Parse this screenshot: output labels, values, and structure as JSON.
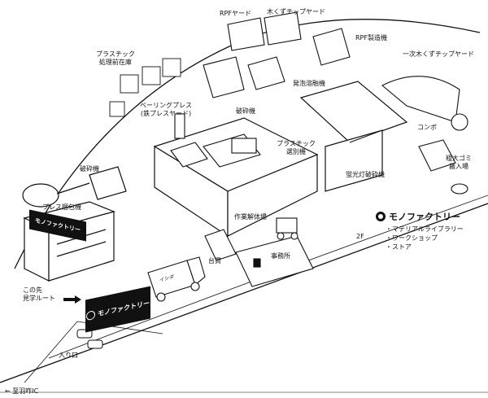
{
  "labels": {
    "rpf_yard": "RPFヤード",
    "chip_yard": "木くずチップヤード",
    "rpf_machine": "RPF製造機",
    "plastic_storage": "プラスチック\n処理前在庫",
    "primary_chip_yard": "一次木くずチップヤード",
    "foam_machine": "発泡溶融機",
    "crusher_top": "破砕機",
    "baling_press": "ベーリングプレス\n(鉄プレスヤード)",
    "crusher_left": "破砕機",
    "plastic_sorter": "プラスチック\n選別機",
    "fluorescent_crusher": "蛍光灯破砕機",
    "press_packer": "プレス梱包機",
    "dismantle_area": "作業解体場",
    "bulky_waste": "粗大ゴミ\n搬入場",
    "compo": "コンポ",
    "scale": "台貫",
    "office": "事務所",
    "tour_route": "この先\n見学ルート",
    "entrance": "入り口",
    "floor_2f": "2F",
    "to_ic": "← 至羽咋IC"
  },
  "legend": {
    "brand": "モノファクトリー",
    "items": [
      "マテリアルライブラリー",
      "ワークショップ",
      "ストア"
    ]
  },
  "signs": {
    "gate_sign": "モノファクトリー",
    "roof_sign": "モノファクトリー",
    "truck_text": "イシダ"
  }
}
